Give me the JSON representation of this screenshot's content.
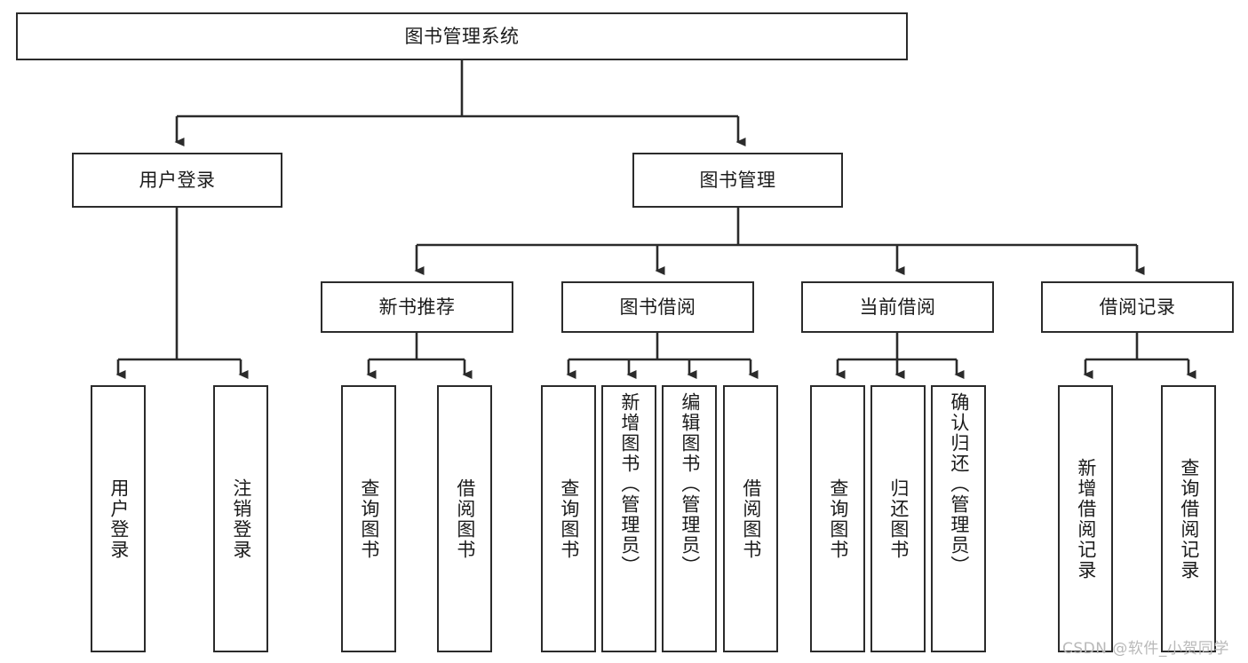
{
  "diagram": {
    "title": "图书管理系统",
    "type": "functional-structure-tree",
    "colors": {
      "node_border": "#2b2b2b",
      "node_fill": "#ffffff",
      "edge": "#2b2b2b",
      "text": "#1b1b1b",
      "watermark": "#b9b9b9",
      "background": "#ffffff"
    },
    "root": {
      "label": "图书管理系统"
    },
    "level2": [
      {
        "label": "用户登录"
      },
      {
        "label": "图书管理"
      }
    ],
    "level3": [
      {
        "label": "新书推荐"
      },
      {
        "label": "图书借阅"
      },
      {
        "label": "当前借阅"
      },
      {
        "label": "借阅记录"
      }
    ],
    "leaves": {
      "user_login": [
        {
          "label": "用户登录"
        },
        {
          "label": "注销登录"
        }
      ],
      "new_book_recommend": [
        {
          "label": "查询图书"
        },
        {
          "label": "借阅图书"
        }
      ],
      "book_borrow": [
        {
          "label": "查询图书"
        },
        {
          "label": "新增图书（管理员）"
        },
        {
          "label": "编辑图书（管理员）"
        },
        {
          "label": "借阅图书"
        }
      ],
      "current_borrow": [
        {
          "label": "查询图书"
        },
        {
          "label": "归还图书"
        },
        {
          "label": "确认归还（管理员）"
        }
      ],
      "borrow_record": [
        {
          "label": "新增借阅记录"
        },
        {
          "label": "查询借阅记录"
        }
      ]
    }
  },
  "watermark": {
    "text": "CSDN @软件_小贺同学"
  }
}
